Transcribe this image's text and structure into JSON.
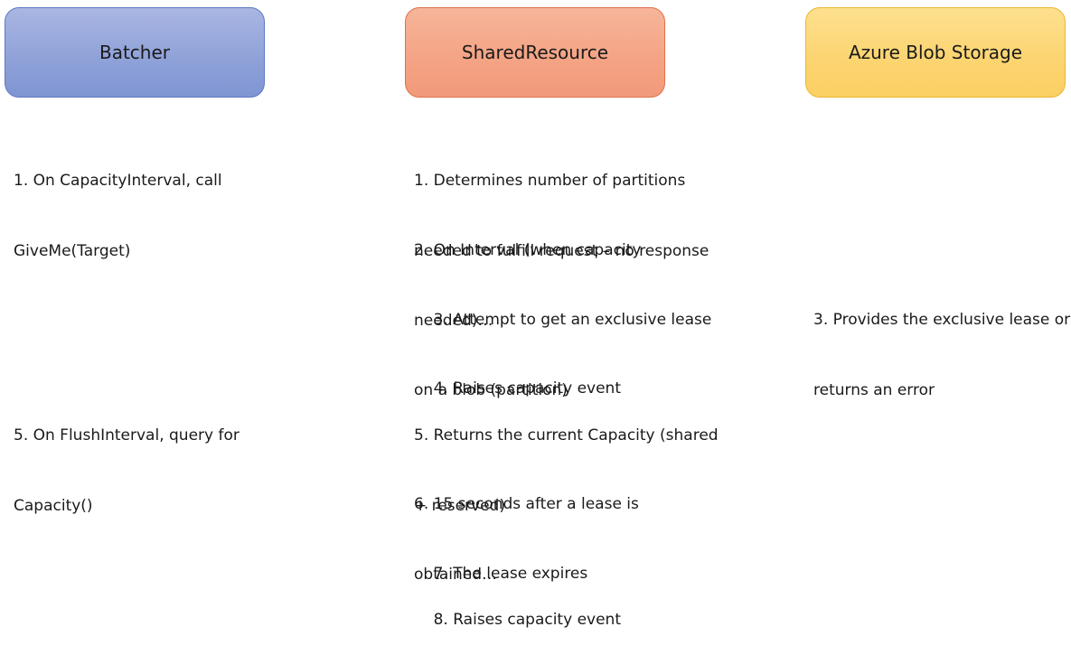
{
  "columns": [
    {
      "title": "Batcher"
    },
    {
      "title": "SharedResource"
    },
    {
      "title": "Azure Blob Storage"
    }
  ],
  "steps": {
    "batcher_1": [
      "1. On CapacityInterval, call",
      "GiveMe(Target)"
    ],
    "batcher_5": [
      "5. On FlushInterval, query for",
      "Capacity()"
    ],
    "shared_1": [
      "1. Determines number of partitions",
      "needed to fulfill request – no response"
    ],
    "shared_2": [
      "2. On Interval (when capacity",
      "needed)…"
    ],
    "shared_3": [
      "    3. Attempt to get an exclusive lease",
      "on a blob (partition)"
    ],
    "shared_4": [
      "    4. Raises capacity event"
    ],
    "shared_5": [
      "5. Returns the current Capacity (shared",
      "+ reserved)"
    ],
    "shared_6": [
      "6. 15 seconds after a lease is",
      "obtained…"
    ],
    "shared_7": [
      "    7. The lease expires"
    ],
    "shared_8": [
      "    8. Raises capacity event"
    ],
    "azure_3": [
      "3. Provides the exclusive lease or",
      "returns an error"
    ]
  },
  "colors": {
    "batcher": "#8ea1d8",
    "shared_resource": "#f4a384",
    "azure_blob_storage": "#fcd470"
  }
}
